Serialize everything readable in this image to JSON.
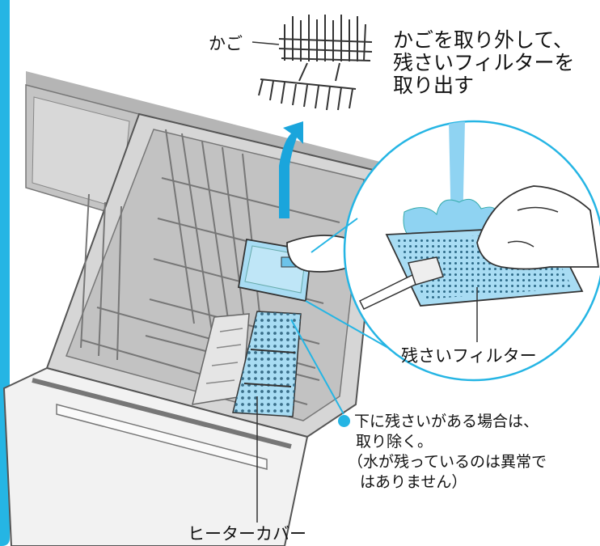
{
  "labels": {
    "basket": "かご",
    "instruction": [
      "かごを取り外して、",
      "残さいフィルターを",
      "取り出す"
    ],
    "filter": "残さいフィルター",
    "heater_cover": "ヒーターカバー"
  },
  "note": {
    "line1": "下に残さいがある場合は、",
    "line2": "取り除く。",
    "line3": "（水が残っているのは異常で",
    "line4": "はありません）"
  },
  "colors": {
    "accent": "#25b5e4",
    "filter_blue": "#a8dcf3",
    "arrow_blue": "#1aa5dc",
    "gray_body": "#c9c9c9",
    "gray_dark": "#8a8a8a"
  }
}
